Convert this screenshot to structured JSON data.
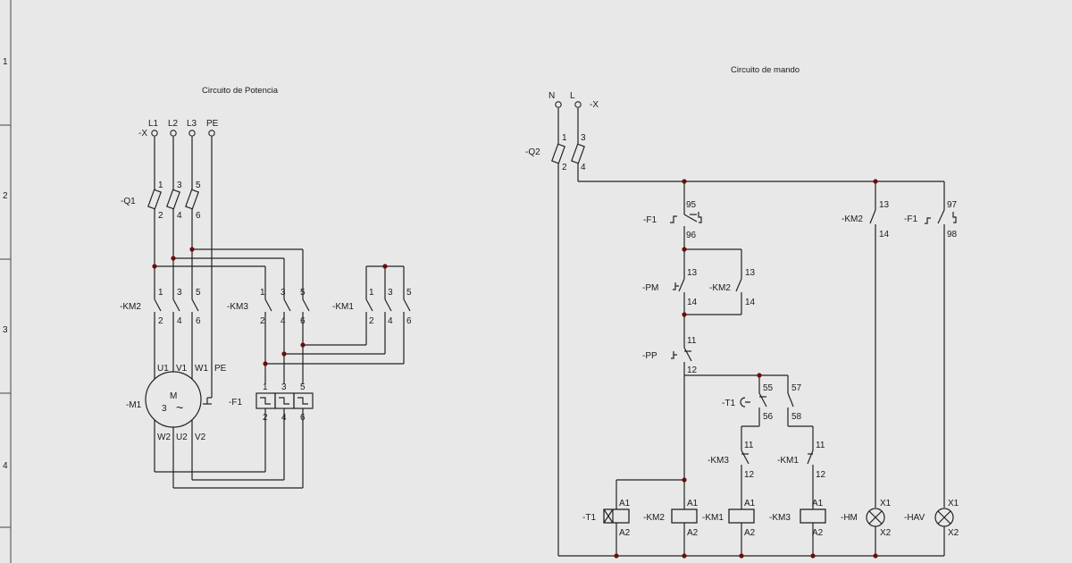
{
  "titles": {
    "power": "Circuito de Potencia",
    "control": "Circuito de mando"
  },
  "frame": {
    "row_numbers": [
      "1",
      "2",
      "3",
      "4"
    ]
  },
  "power": {
    "terminal_ref": "-X",
    "lines": [
      "L1",
      "L2",
      "L3",
      "PE"
    ],
    "q1": {
      "ref": "-Q1",
      "top": [
        "1",
        "3",
        "5"
      ],
      "bot": [
        "2",
        "4",
        "6"
      ]
    },
    "km2": {
      "ref": "-KM2",
      "top": [
        "1",
        "3",
        "5"
      ],
      "bot": [
        "2",
        "4",
        "6"
      ]
    },
    "km3": {
      "ref": "-KM3",
      "top": [
        "1",
        "3",
        "5"
      ],
      "bot": [
        "2",
        "4",
        "6"
      ]
    },
    "km1": {
      "ref": "-KM1",
      "top": [
        "1",
        "3",
        "5"
      ],
      "bot": [
        "2",
        "4",
        "6"
      ]
    },
    "motor": {
      "ref": "-M1",
      "top": [
        "U1",
        "V1",
        "W1",
        "PE"
      ],
      "bot": [
        "W2",
        "U2",
        "V2"
      ],
      "letter": "M",
      "phases": "3",
      "ac": "~"
    },
    "f1": {
      "ref": "-F1",
      "top": [
        "1",
        "3",
        "5"
      ],
      "bot": [
        "2",
        "4",
        "6"
      ]
    }
  },
  "control": {
    "terminal_ref": "-X",
    "lines": [
      "N",
      "L"
    ],
    "q2": {
      "ref": "-Q2",
      "top": [
        "1",
        "3"
      ],
      "bot": [
        "2",
        "4"
      ]
    },
    "f1": {
      "ref": "-F1",
      "top": "95",
      "bot": "96"
    },
    "pm": {
      "ref": "-PM",
      "top": "13",
      "bot": "14"
    },
    "km2_hold": {
      "ref": "-KM2",
      "top": "13",
      "bot": "14"
    },
    "pp": {
      "ref": "-PP",
      "top": "11",
      "bot": "12"
    },
    "t1": {
      "ref": "-T1",
      "pins": [
        "55",
        "57",
        "56",
        "58"
      ]
    },
    "km3_nc": {
      "ref": "-KM3",
      "top": "11",
      "bot": "12"
    },
    "km1_nc": {
      "ref": "-KM1",
      "top": "11",
      "bot": "12"
    },
    "km2_sig": {
      "ref": "-KM2",
      "top": "13",
      "bot": "14"
    },
    "f1_sig": {
      "ref": "-F1",
      "top": "97",
      "bot": "98"
    },
    "coils": [
      {
        "ref": "-T1",
        "a1": "A1",
        "a2": "A2"
      },
      {
        "ref": "-KM2",
        "a1": "A1",
        "a2": "A2"
      },
      {
        "ref": "-KM1",
        "a1": "A1",
        "a2": "A2"
      },
      {
        "ref": "-KM3",
        "a1": "A1",
        "a2": "A2"
      }
    ],
    "lamps": [
      {
        "ref": "-HM",
        "x1": "X1",
        "x2": "X2"
      },
      {
        "ref": "-HAV",
        "x1": "X1",
        "x2": "X2"
      }
    ]
  }
}
